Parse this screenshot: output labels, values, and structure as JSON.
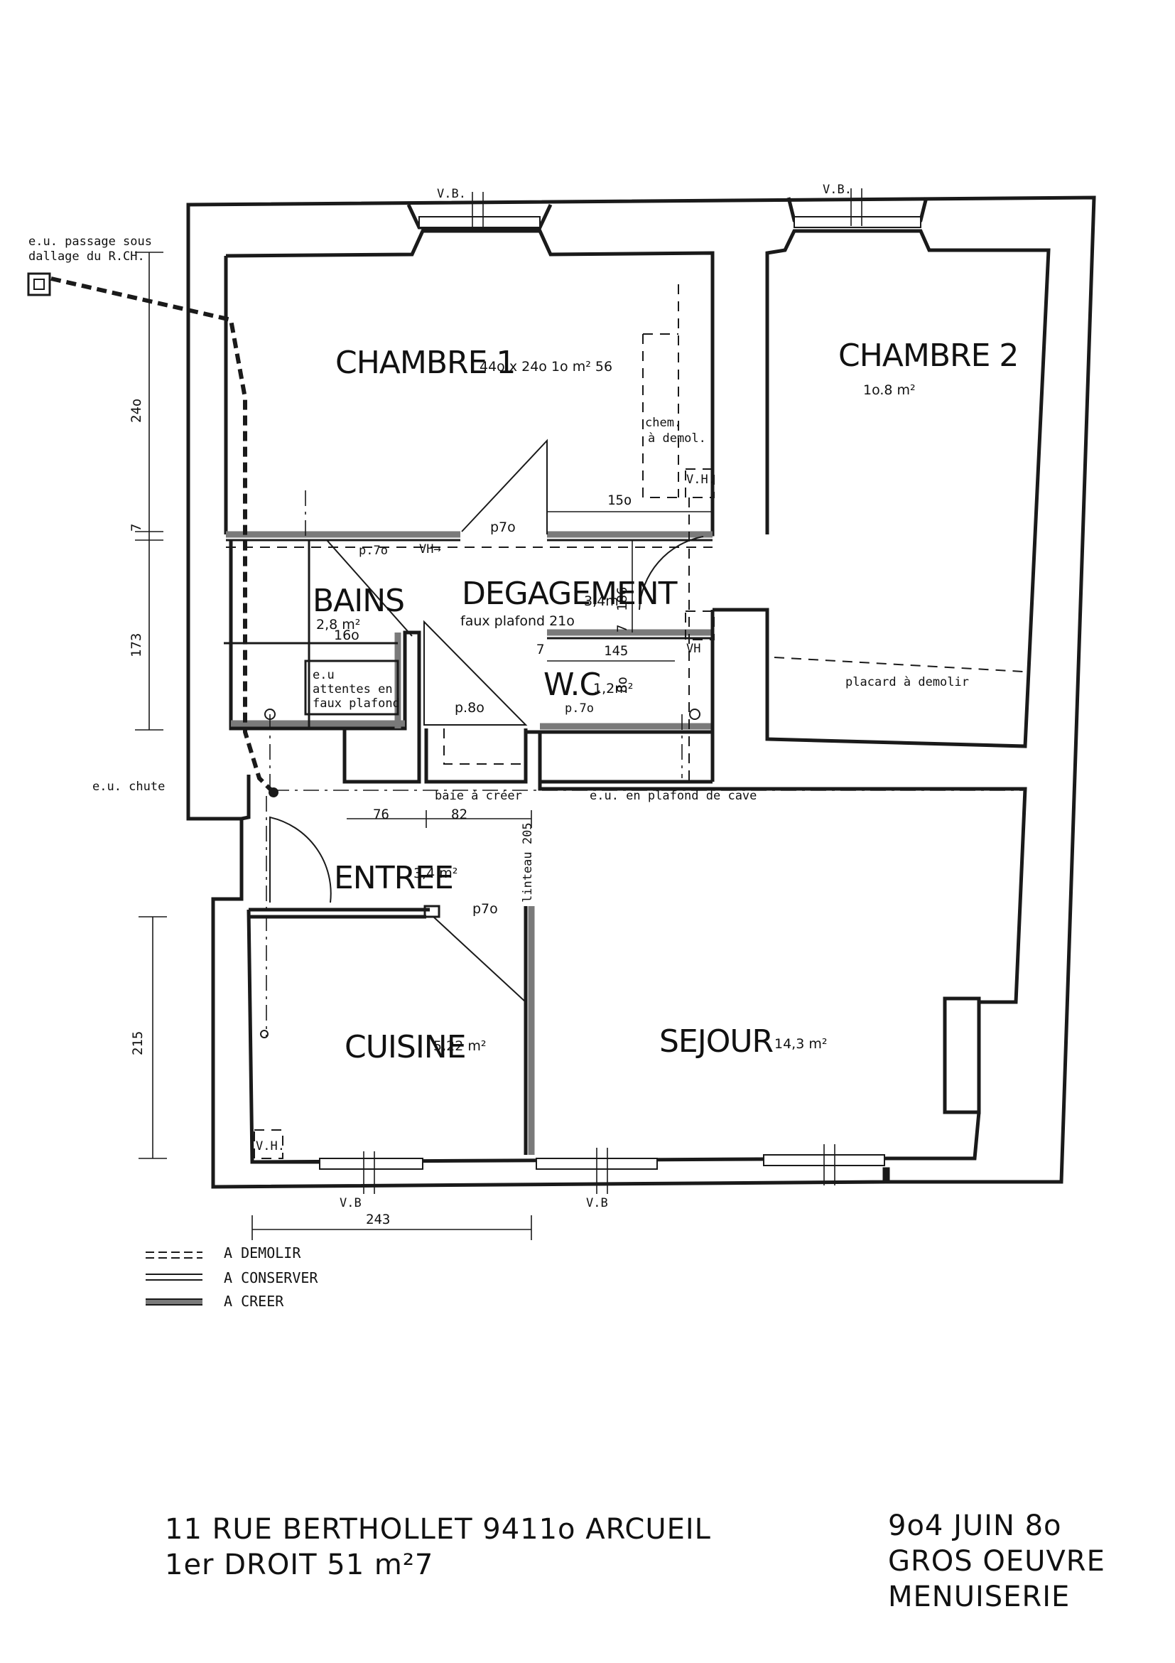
{
  "rooms": {
    "chambre1": {
      "name": "CHAMBRE 1",
      "info": "44o x 24o   1o m² 56"
    },
    "chambre2": {
      "name": "CHAMBRE 2",
      "area": "1o.8 m²"
    },
    "bains": {
      "name": "BAINS",
      "area": "2,8 m²",
      "dim": "16o"
    },
    "degagement": {
      "name": "DEGAGEMENT",
      "area": "3,4m²",
      "ceiling": "faux plafond 21o"
    },
    "wc": {
      "name": "W.C",
      "area": "1,2m²"
    },
    "entree": {
      "name": "ENTREE",
      "area": "3,4 m²"
    },
    "cuisine": {
      "name": "CUISINE",
      "area": "5,22 m²"
    },
    "sejour": {
      "name": "SEJOUR",
      "area": "14,3 m²"
    }
  },
  "annotations": {
    "eu_passage": [
      "e.u. passage sous",
      "dallage du R.CH."
    ],
    "eu_chute": "e.u. chute",
    "cheminee": [
      "chem.",
      "à demol."
    ],
    "vh": "V.H.",
    "vh2": "VH",
    "vh_arrow": "VH→",
    "vh_kitchen": "V.H.",
    "attentes": [
      "e.u",
      "attentes en",
      "faux plafond"
    ],
    "placard": "placard à demolir",
    "baie": "baie à créer",
    "linteau": "linteau 205",
    "eu_cave": "e.u. en plafond de cave",
    "vb_labels": [
      "V.B.",
      "V.B.",
      "V.B",
      "V.B"
    ]
  },
  "openings": {
    "p70_top": "p7o",
    "p70_bath": "p.7o",
    "p80": "p.8o",
    "p70_wc": "p.7o",
    "p70_kitchen": "p7o"
  },
  "dimensions": {
    "left_240": "24o",
    "left_7": "7",
    "left_173": "173",
    "left_215": "215",
    "d150": "15o",
    "d145": "145",
    "d186": "186",
    "d7a": "7",
    "d7b": "7",
    "d80": "8o",
    "d76": "76",
    "d82": "82",
    "d243": "243"
  },
  "legend": [
    {
      "symbol": "====",
      "label": "A DEMOLIR"
    },
    {
      "symbol": "",
      "label": "A CONSERVER"
    },
    {
      "symbol": "",
      "label": "A CREER"
    }
  ],
  "footer": {
    "address_line1": "11 RUE BERTHOLLET    9411o  ARCUEIL",
    "address_line2": "1er DROIT    51 m²7",
    "date": "9o4  JUIN 8o",
    "work_line1": "GROS OEUVRE",
    "work_line2": "MENUISERIE"
  },
  "colors": {
    "ink": "#1a1a1a",
    "new_wall": "#7a7a7a",
    "paper": "#ffffff"
  }
}
